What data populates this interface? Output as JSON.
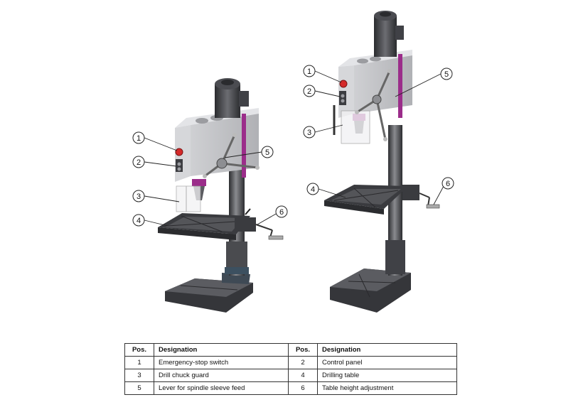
{
  "callouts": {
    "left": [
      "1",
      "2",
      "3",
      "4",
      "5",
      "6"
    ],
    "right": [
      "1",
      "2",
      "3",
      "4",
      "5",
      "6"
    ]
  },
  "table": {
    "headers": [
      "Pos.",
      "Designation",
      "Pos.",
      "Designation"
    ],
    "rows": [
      {
        "pos_a": "1",
        "designation_a": "Emergency-stop switch",
        "pos_b": "2",
        "designation_b": "Control panel"
      },
      {
        "pos_a": "3",
        "designation_a": "Drill chuck guard",
        "pos_b": "4",
        "designation_b": "Drilling table"
      },
      {
        "pos_a": "5",
        "designation_a": "Lever for spindle sleeve feed",
        "pos_b": "6",
        "designation_b": "Table height adjustment"
      }
    ]
  },
  "colors": {
    "machine_light": "#d9d9dc",
    "machine_mid": "#a7a7ab",
    "machine_dark": "#3f4044",
    "accent_purple": "#9b2d8a",
    "stop_red": "#d42a2a",
    "line": "#222222"
  }
}
